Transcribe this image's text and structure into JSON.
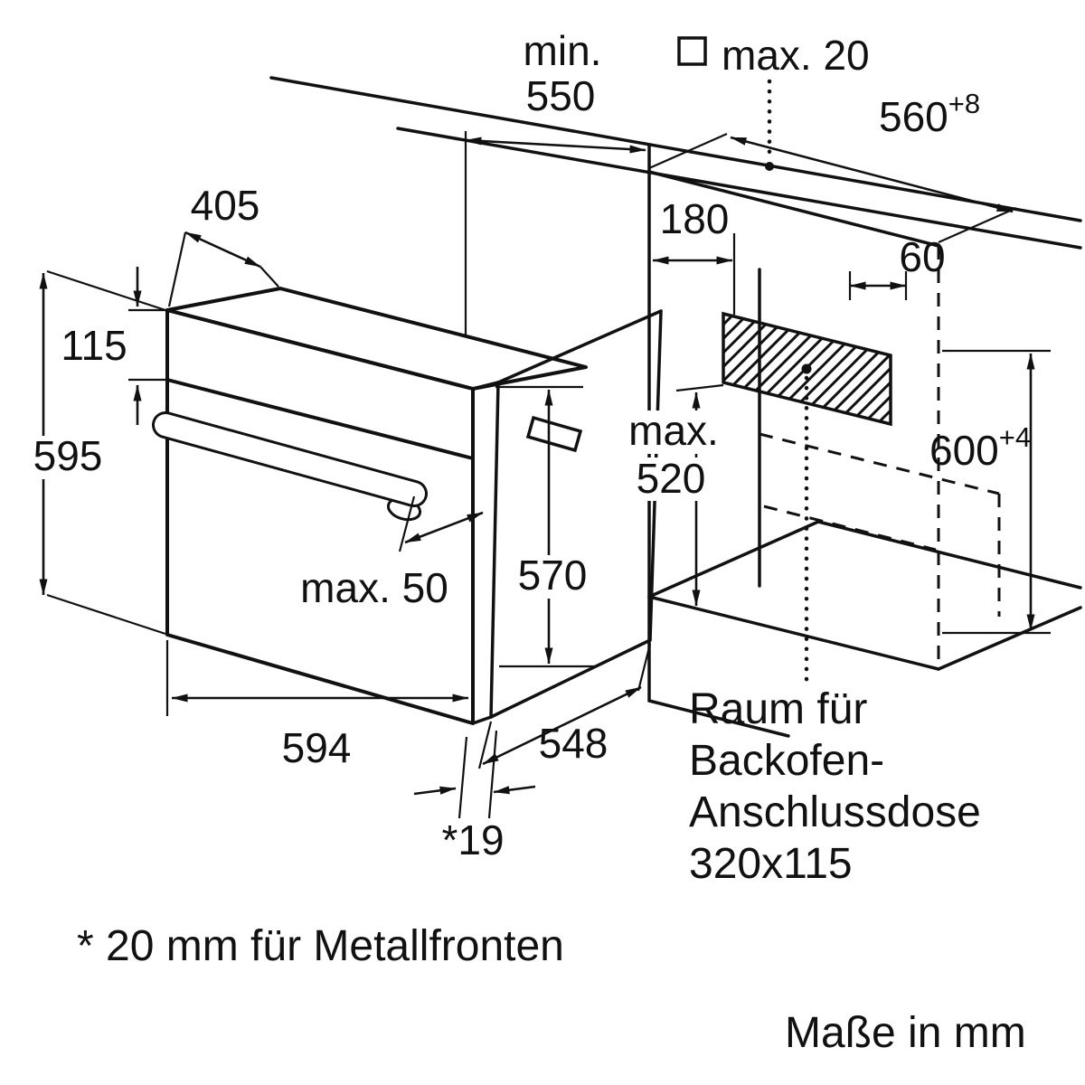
{
  "units_note": "Maße in mm",
  "footnote": "* 20 mm für Metallfronten",
  "socket_note": {
    "l1": "Raum für",
    "l2": "Backofen-",
    "l3": "Anschlussdose",
    "l4": "320x115"
  },
  "dims": {
    "min_word": "min.",
    "min_550": "550",
    "max20": "max. 20",
    "w560": "560",
    "w560_tol": "+8",
    "d405": "405",
    "d180": "180",
    "d60": "60",
    "h115": "115",
    "h595": "595",
    "max_word": "max.",
    "max520": "520",
    "h600": "600",
    "h600_tol": "+4",
    "h570": "570",
    "max50": "max. 50",
    "w594": "594",
    "d548": "548",
    "t19": "*19"
  }
}
